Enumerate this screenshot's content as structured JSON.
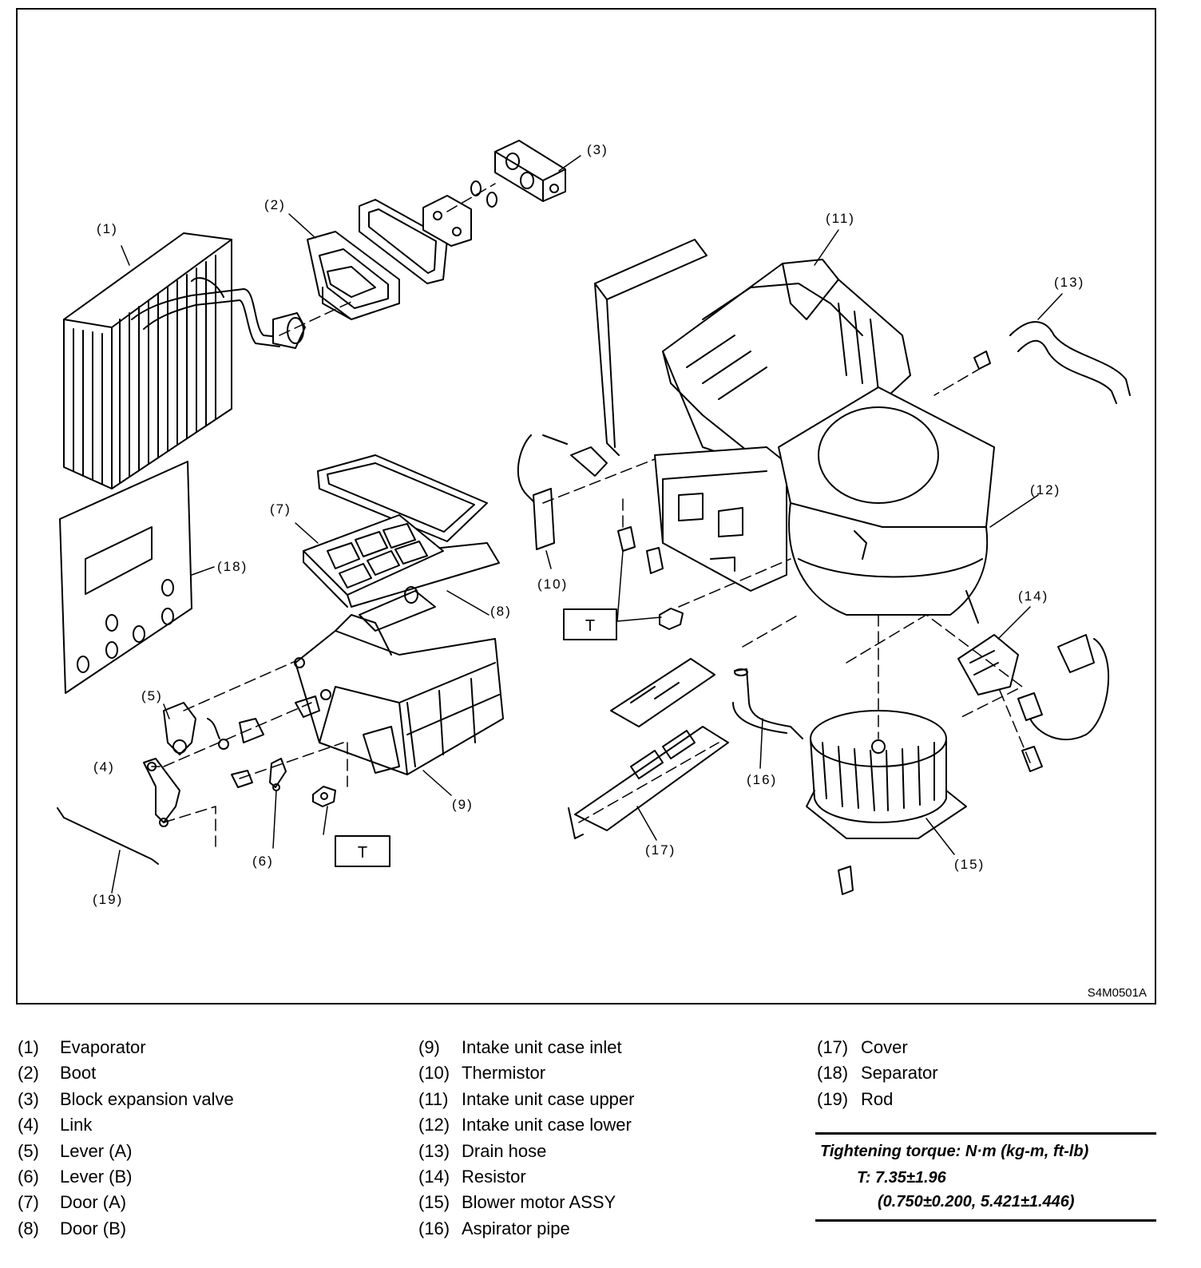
{
  "figure_id": "S4M0501A",
  "callouts": [
    "(1)",
    "(2)",
    "(3)",
    "(4)",
    "(5)",
    "(6)",
    "(7)",
    "(8)",
    "(9)",
    "(10)",
    "(11)",
    "(12)",
    "(13)",
    "(14)",
    "(15)",
    "(16)",
    "(17)",
    "(18)",
    "(19)"
  ],
  "torque_marker": "T",
  "legend": {
    "col1": [
      {
        "num": "(1)",
        "name": "Evaporator"
      },
      {
        "num": "(2)",
        "name": "Boot"
      },
      {
        "num": "(3)",
        "name": "Block expansion valve"
      },
      {
        "num": "(4)",
        "name": "Link"
      },
      {
        "num": "(5)",
        "name": "Lever (A)"
      },
      {
        "num": "(6)",
        "name": "Lever (B)"
      },
      {
        "num": "(7)",
        "name": "Door (A)"
      },
      {
        "num": "(8)",
        "name": "Door (B)"
      }
    ],
    "col2": [
      {
        "num": "(9)",
        "name": "Intake unit case inlet"
      },
      {
        "num": "(10)",
        "name": "Thermistor"
      },
      {
        "num": "(11)",
        "name": "Intake unit case upper"
      },
      {
        "num": "(12)",
        "name": "Intake unit case lower"
      },
      {
        "num": "(13)",
        "name": "Drain hose"
      },
      {
        "num": "(14)",
        "name": "Resistor"
      },
      {
        "num": "(15)",
        "name": "Blower motor ASSY"
      },
      {
        "num": "(16)",
        "name": "Aspirator pipe"
      }
    ],
    "col3": [
      {
        "num": "(17)",
        "name": "Cover"
      },
      {
        "num": "(18)",
        "name": "Separator"
      },
      {
        "num": "(19)",
        "name": "Rod"
      }
    ]
  },
  "torque": {
    "heading": "Tightening torque: N·m (kg-m, ft-lb)",
    "value_line": "T: 7.35±1.96",
    "converted_line": "(0.750±0.200, 5.421±1.446)"
  }
}
